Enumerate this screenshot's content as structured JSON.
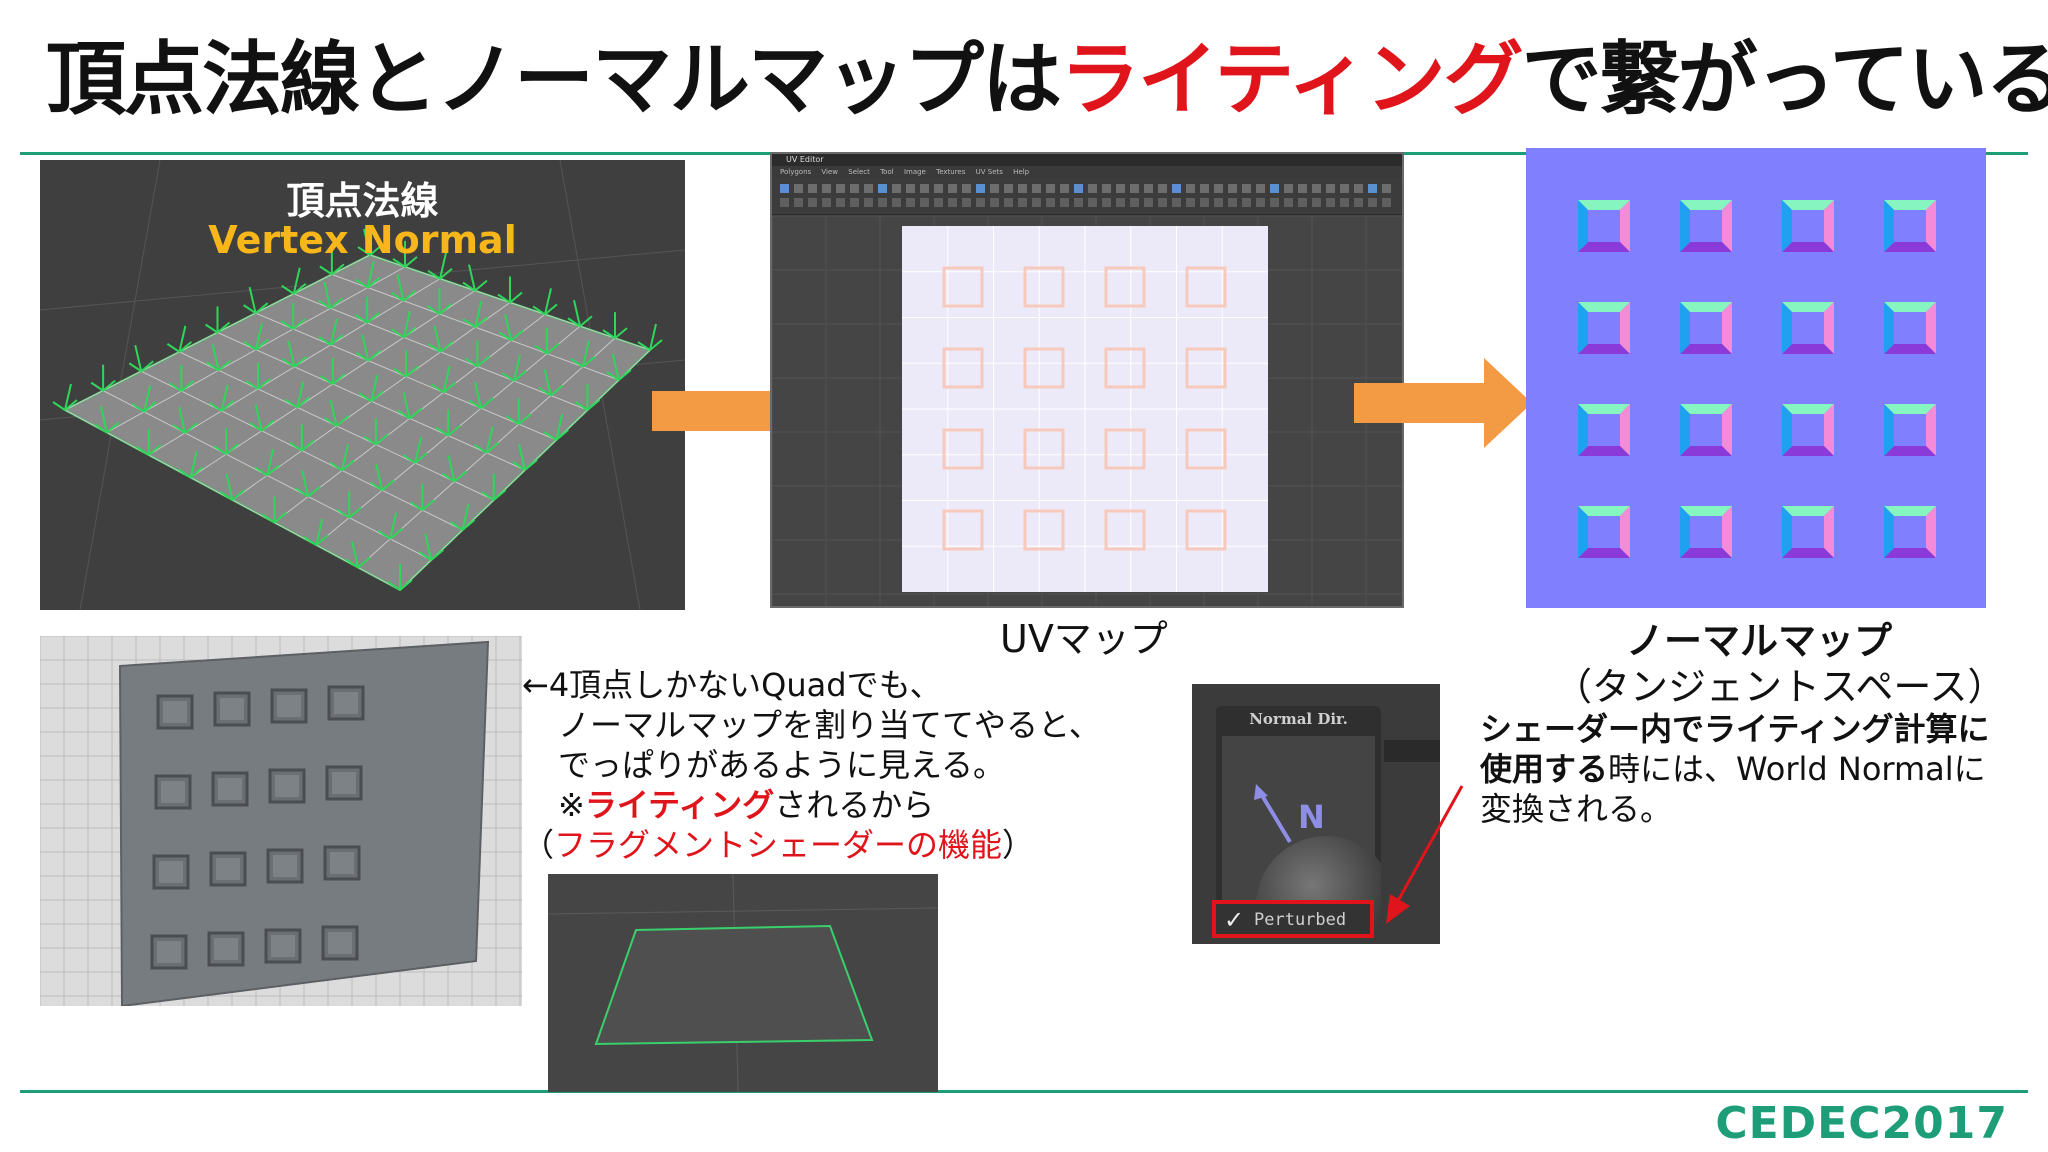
{
  "title": {
    "part1": "頂点法線とノーマルマップは",
    "highlight": "ライティング",
    "part2": "で繋がっている"
  },
  "vertex_panel": {
    "label_jp": "頂点法線",
    "label_en": "Vertex Normal"
  },
  "uv_editor": {
    "window_title": "UV Editor",
    "menu": [
      "Polygons",
      "View",
      "Select",
      "Tool",
      "Image",
      "Textures",
      "UV Sets",
      "Help"
    ],
    "caption": "UVマップ"
  },
  "normal_map": {
    "caption": "ノーマルマップ",
    "subcaption": "（タンジェントスペース）"
  },
  "quad_note": {
    "line1": "←4頂点しかないQuadでも、",
    "line2": "ノーマルマップを割り当ててやると、",
    "line3": "でっぱりがあるように見える。",
    "line4_prefix": "※",
    "line4_highlight": "ライティング",
    "line4_suffix": "されるから",
    "line5_open": "（",
    "line5_highlight": "フラグメントシェーダーの機能",
    "line5_close": "）"
  },
  "node": {
    "title": "Normal Dir.",
    "glyph": "N",
    "checkbox_label": "Perturbed"
  },
  "shader_note": {
    "line1": "シェーダー内でライティング計算に",
    "line2_bold": "使用する",
    "line2_rest": "時には、World Normalに",
    "line3": "変換される。"
  },
  "footer": {
    "logo_text": "CEDEC2017"
  },
  "colors": {
    "accent_red": "#e0141b",
    "rule_green": "#1e9e78",
    "arrow_orange": "#f39a44",
    "vertex_label_yellow": "#f7b619",
    "normal_map_blue": "#8080ff"
  }
}
